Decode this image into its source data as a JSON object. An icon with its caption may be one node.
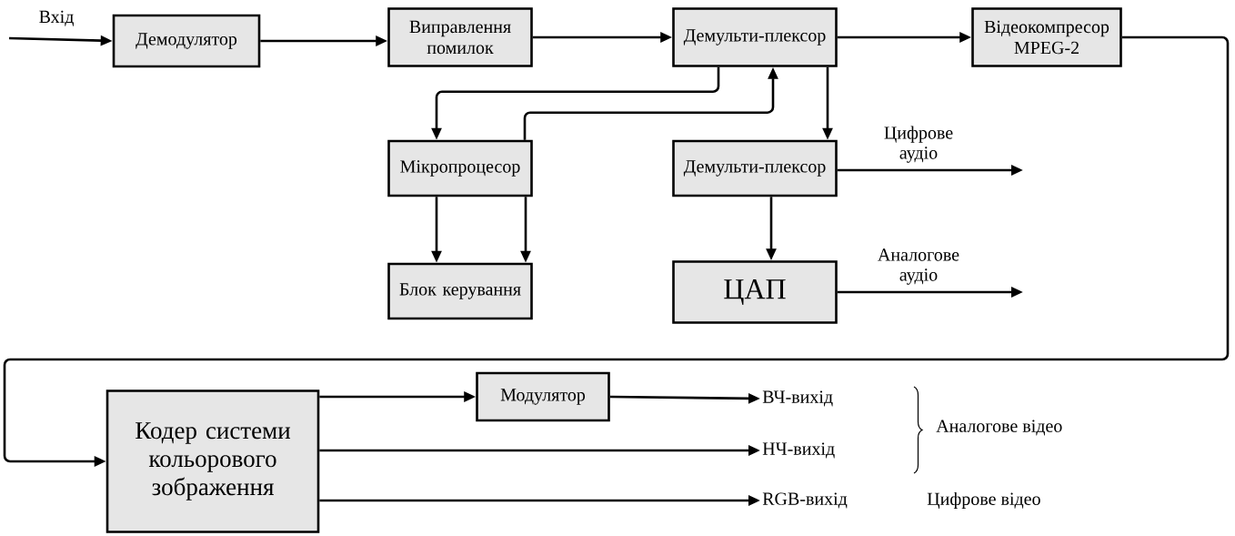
{
  "diagram": {
    "nodes": [
      {
        "text": [
          "Демодулятор"
        ]
      },
      {
        "text": [
          "Виправлення помилок"
        ]
      },
      {
        "text": [
          "Демульти-плексор"
        ]
      },
      {
        "text": [
          "Відеокомпресор MPEG-2"
        ]
      },
      {
        "text": [
          "Мікропроцесор"
        ]
      },
      {
        "text": [
          "Демульти-плексор"
        ]
      },
      {
        "text": [
          "Блок керування"
        ]
      },
      {
        "text": [
          "ЦАП"
        ]
      },
      {
        "text": [
          "Кодер системи кольорового зображення"
        ]
      },
      {
        "text": [
          "Модулятор"
        ]
      },
      {
        "text": [
          "ВЧ-вихід"
        ]
      },
      {
        "text": [
          "НЧ-вихід"
        ]
      },
      {
        "text": [
          "RGB-вихід"
        ]
      }
    ],
    "edges": [
      {
        "from": null,
        "to": 0,
        "arrow": "to",
        "label": "Вхід"
      },
      {
        "from": 0,
        "to": 1,
        "arrow": "to"
      },
      {
        "from": 1,
        "to": 2,
        "arrow": "to"
      },
      {
        "from": 2,
        "to": 3,
        "arrow": "to"
      },
      {
        "from": 2,
        "to": 4,
        "arrow": "to"
      },
      {
        "from": 4,
        "to": 2,
        "arrow": "to"
      },
      {
        "from": 2,
        "to": 5,
        "arrow": "to"
      },
      {
        "from": 4,
        "to": 6,
        "arrow": "to"
      },
      {
        "from": 4,
        "to": 6,
        "arrow": "to"
      },
      {
        "from": 5,
        "to": null,
        "arrow": "to",
        "label": "Цифрове аудіо"
      },
      {
        "from": 5,
        "to": 7,
        "arrow": "to"
      },
      {
        "from": 7,
        "to": null,
        "arrow": "to",
        "label": "Аналогове аудіо"
      },
      {
        "from": 3,
        "to": 8,
        "arrow": "to"
      },
      {
        "from": 8,
        "to": 9,
        "arrow": "to"
      },
      {
        "from": 9,
        "to": 10,
        "arrow": "to"
      },
      {
        "from": 8,
        "to": 11,
        "arrow": "to"
      },
      {
        "from": 8,
        "to": 12,
        "arrow": "to"
      }
    ],
    "labels": [
      "Аналогове відео",
      "Цифрове відео"
    ]
  }
}
